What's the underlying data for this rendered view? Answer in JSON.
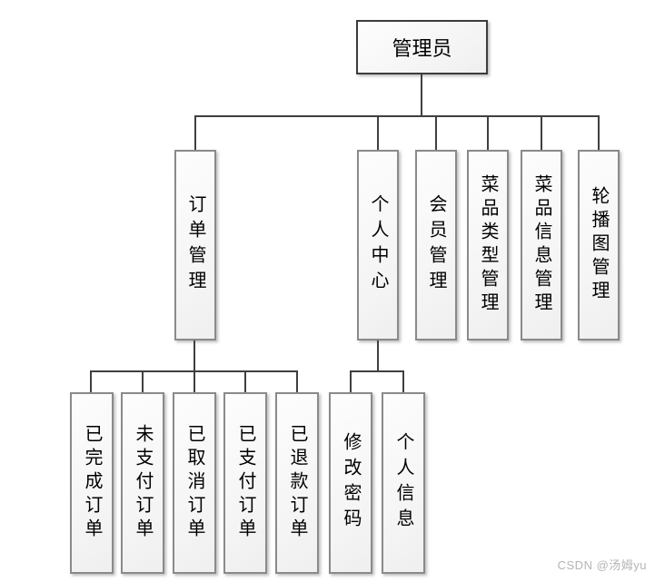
{
  "diagram": {
    "root": {
      "label": "管理员"
    },
    "children": [
      {
        "label": "订单管理",
        "children": [
          {
            "label": "已完成订单"
          },
          {
            "label": "未支付订单"
          },
          {
            "label": "已取消订单"
          },
          {
            "label": "已支付订单"
          },
          {
            "label": "已退款订单"
          }
        ]
      },
      {
        "label": "个人中心",
        "children": [
          {
            "label": "修改密码"
          },
          {
            "label": "个人信息"
          }
        ]
      },
      {
        "label": "会员管理",
        "children": []
      },
      {
        "label": "菜品类型管理",
        "children": []
      },
      {
        "label": "菜品信息管理",
        "children": []
      },
      {
        "label": "轮播图管理",
        "children": []
      }
    ]
  },
  "watermark": "CSDN @汤姆yu",
  "colors": {
    "background": "#ffffff",
    "line": "#3f3f3f",
    "box_border": "#8a8a8a",
    "root_border": "#3c3c3c",
    "box_fill": "#f6f6f6",
    "text": "#000000",
    "watermark": "#b4b4b4"
  }
}
